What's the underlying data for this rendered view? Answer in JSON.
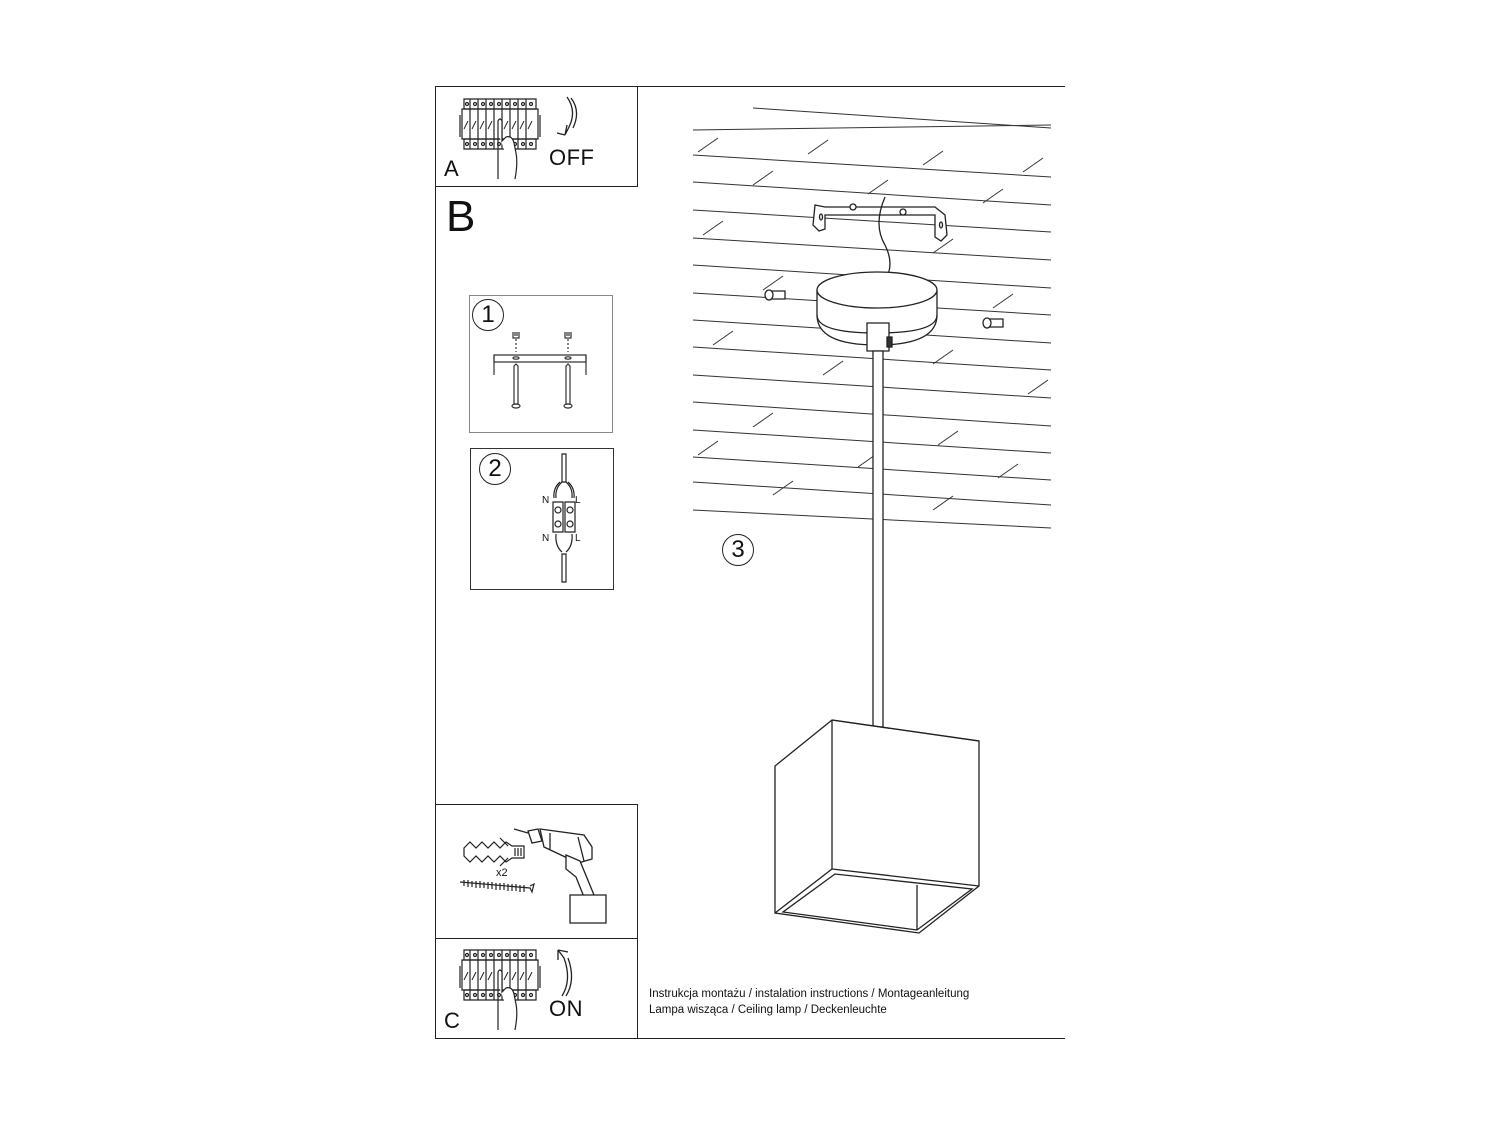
{
  "panels": {
    "a": {
      "letter": "A",
      "state_label": "OFF",
      "icon": "circuit-breaker-switch-off"
    },
    "b": {
      "letter": "B",
      "steps": [
        {
          "number": "1",
          "icon": "mounting-bracket-with-screws"
        },
        {
          "number": "2",
          "icon": "wire-terminal-connector",
          "labels_top": [
            "N",
            "L"
          ],
          "labels_bottom": [
            "N",
            "L"
          ]
        },
        {
          "number": "3",
          "icon": "pendant-lamp-ceiling-installation"
        }
      ]
    },
    "drill": {
      "quantity_label": "x2",
      "icon": "drill-with-wall-plugs-and-screws"
    },
    "c": {
      "letter": "C",
      "state_label": "ON",
      "icon": "circuit-breaker-switch-on"
    }
  },
  "caption": {
    "line1": "Instrukcja montażu / instalation instructions / Montageanleitung",
    "line2": "Lampa wisząca / Ceiling lamp / Deckenleuchte"
  },
  "colors": {
    "line": "#222222",
    "background": "#ffffff",
    "light_border": "#888888"
  }
}
